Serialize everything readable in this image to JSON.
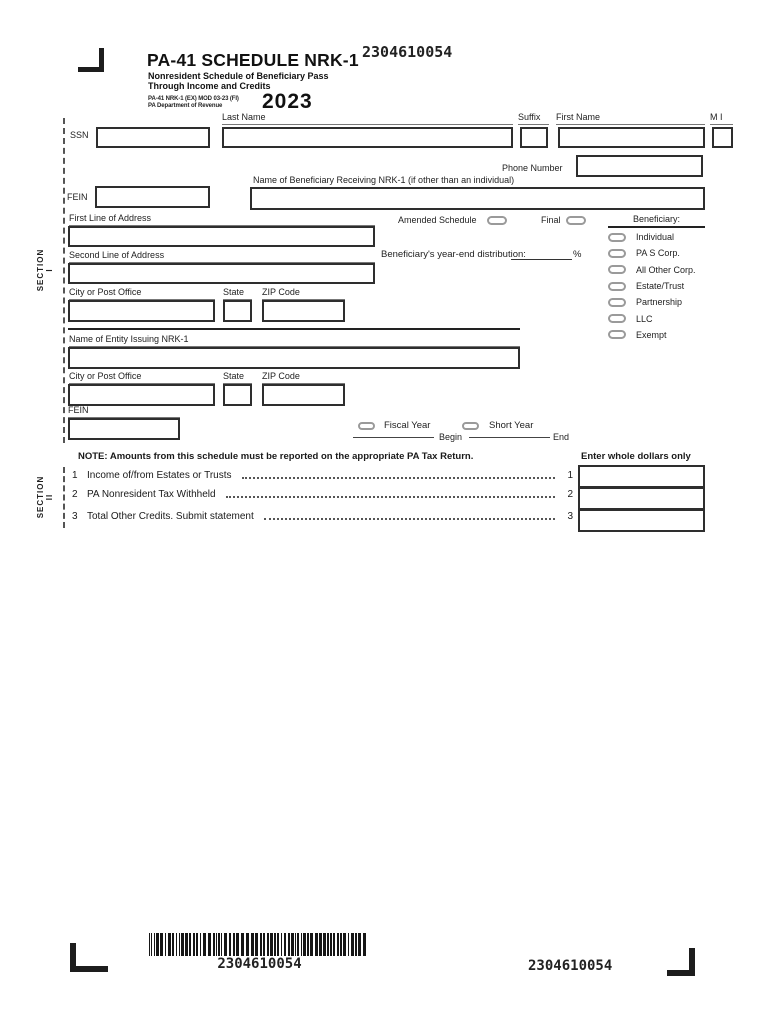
{
  "doc_id": "2304610054",
  "header": {
    "title": "PA-41 SCHEDULE NRK-1",
    "subtitle_line1": "Nonresident Schedule of Beneficiary Pass",
    "subtitle_line2": "Through Income and Credits",
    "form_code": "PA-41 NRK-1 (EX) MOD 03-23 (FI)",
    "agency": "PA Department of Revenue",
    "year": "2023"
  },
  "section1": {
    "vertical_label": {
      "word": "SECTION",
      "numeral": "I"
    },
    "fields": {
      "ssn": "SSN",
      "last_name": "Last Name",
      "suffix": "Suffix",
      "first_name": "First Name",
      "mi": "M I",
      "phone": "Phone Number",
      "beneficiary_name": "Name of Beneficiary Receiving NRK-1 (if other than an individual)",
      "fein": "FEIN",
      "addr1": "First Line of Address",
      "addr2": "Second Line of Address",
      "city": "City or Post Office",
      "state": "State",
      "zip": "ZIP Code",
      "entity_name": "Name of Entity Issuing NRK-1"
    },
    "flags": {
      "amended": "Amended Schedule",
      "final": "Final",
      "fiscal": "Fiscal Year",
      "short": "Short Year",
      "begin": "Begin",
      "end": "End"
    },
    "distribution": {
      "label": "Beneficiary's year-end distribution:",
      "suffix": "%"
    },
    "beneficiary": {
      "heading": "Beneficiary:",
      "options": [
        "Individual",
        "PA S Corp.",
        "All Other Corp.",
        "Estate/Trust",
        "Partnership",
        "LLC",
        "Exempt"
      ]
    }
  },
  "section2": {
    "vertical_label": {
      "word": "SECTION",
      "numeral": "II"
    },
    "note": "NOTE: Amounts from this schedule must be reported on the appropriate PA Tax Return.",
    "amount_header": "Enter whole dollars only",
    "lines": [
      {
        "num": "1",
        "label": "Income of/from Estates or Trusts"
      },
      {
        "num": "2",
        "label": "PA Nonresident Tax Withheld"
      },
      {
        "num": "3",
        "label": "Total Other Credits. Submit statement"
      }
    ]
  }
}
